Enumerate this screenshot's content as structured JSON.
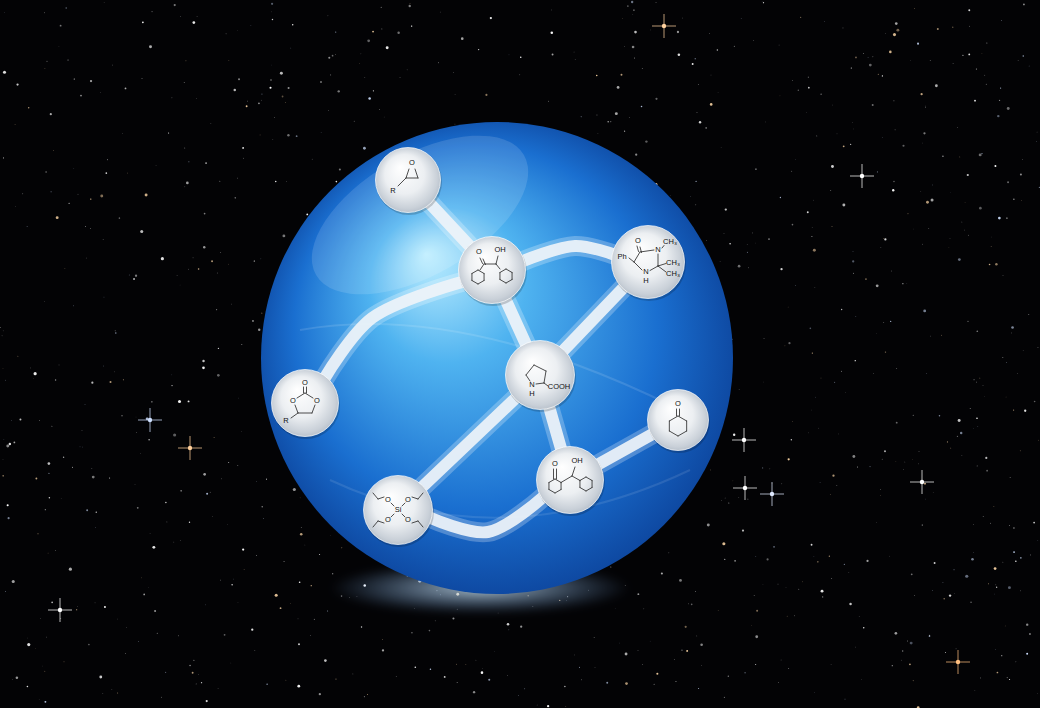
{
  "diagram": {
    "nodes": [
      {
        "text": [
          "O",
          "R"
        ]
      },
      {
        "text": [
          "O",
          "OH"
        ]
      },
      {
        "text": [
          "Ph",
          "O",
          "N",
          "CH₃",
          "N",
          "H",
          "CH₃",
          "CH₃"
        ]
      },
      {
        "text": [
          "N",
          "H",
          "COOH"
        ]
      },
      {
        "text": [
          "O",
          "O",
          "O",
          "R"
        ]
      },
      {
        "text": [
          "O",
          "O",
          "Si",
          "O",
          "O"
        ]
      },
      {
        "text": [
          "O",
          "OH"
        ]
      },
      {
        "text": [
          "O"
        ]
      }
    ],
    "edges": [
      {
        "from": 0,
        "to": 1,
        "arrow": "none"
      },
      {
        "from": 1,
        "to": 2,
        "arrow": "none"
      },
      {
        "from": 4,
        "to": 1,
        "arrow": "none"
      },
      {
        "from": 1,
        "to": 3,
        "arrow": "none"
      },
      {
        "from": 2,
        "to": 3,
        "arrow": "none"
      },
      {
        "from": 3,
        "to": 5,
        "arrow": "none"
      },
      {
        "from": 3,
        "to": 6,
        "arrow": "none"
      },
      {
        "from": 5,
        "to": 6,
        "arrow": "none"
      },
      {
        "from": 6,
        "to": 7,
        "arrow": "none"
      }
    ]
  }
}
